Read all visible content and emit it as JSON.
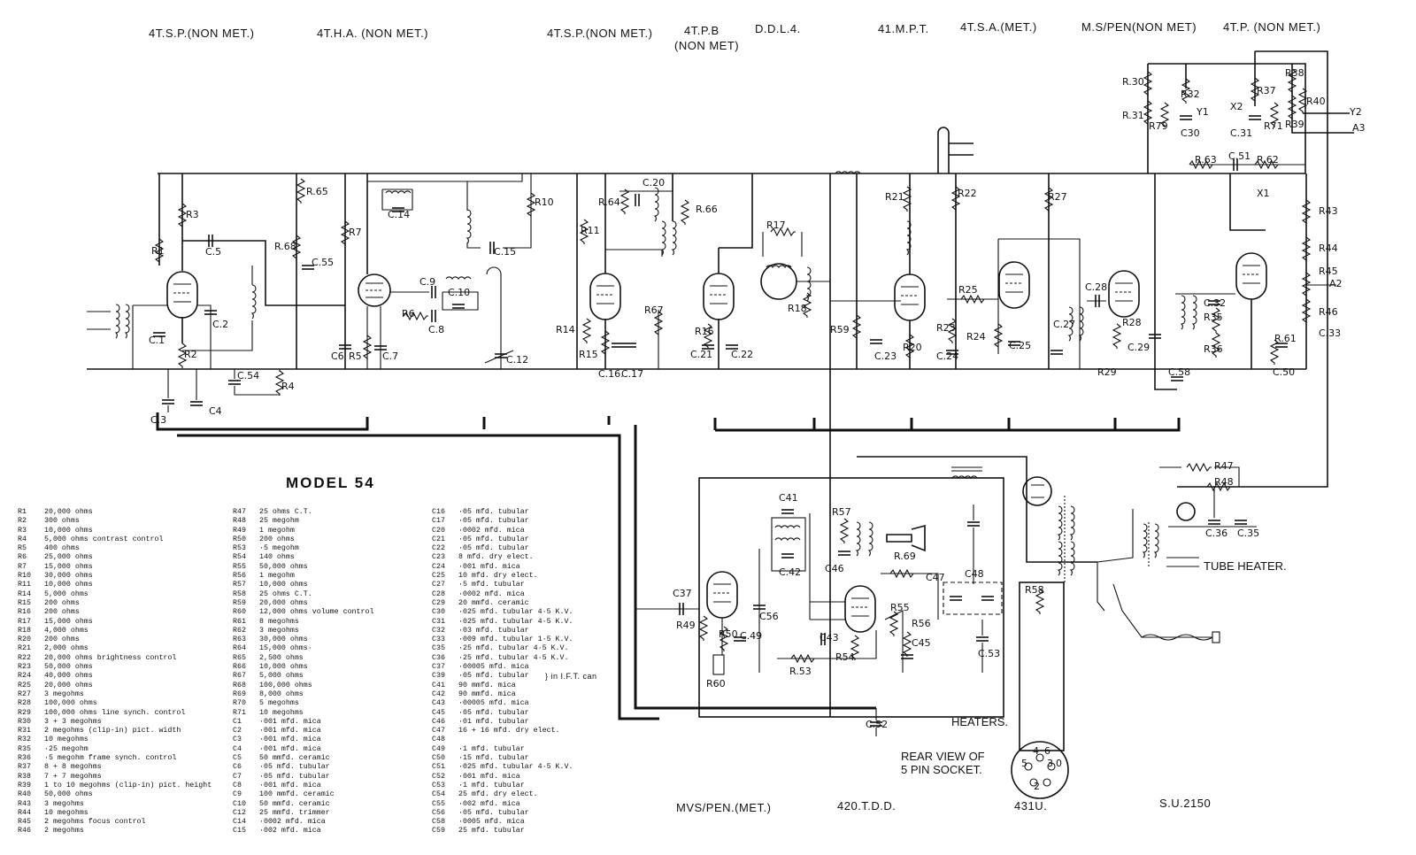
{
  "tube_labels_top": [
    {
      "text": "4T.S.P.(NON MET.)"
    },
    {
      "text": "4T.H.A. (NON MET.)"
    },
    {
      "text": "4T.S.P.(NON MET.)"
    },
    {
      "text": "4T.P.B"
    },
    {
      "text": "(NON MET)"
    },
    {
      "text": "D.D.L.4."
    },
    {
      "text": "41.M.P.T."
    },
    {
      "text": "4T.S.A.(MET.)"
    },
    {
      "text": "M.S/PEN(NON MET)"
    },
    {
      "text": "4T.P. (NON MET.)"
    }
  ],
  "tube_labels_bottom": [
    {
      "text": "MVS/PEN.(MET.)"
    },
    {
      "text": "420.T.D.D."
    },
    {
      "text": "431U."
    },
    {
      "text": "S.U.2150"
    }
  ],
  "model_title": "MODEL 54",
  "annotations": {
    "tube_heater": "TUBE HEATER.",
    "heaters": "HEATERS.",
    "rear_view_1": "REAR VIEW OF",
    "rear_view_2": "5 PIN SOCKET.",
    "in_ift_can": "} in I.F.T. can"
  },
  "component_labels": {
    "R1": "R1",
    "R2": "R2",
    "R3": "R3",
    "R4": "R4",
    "R5": "R5",
    "R6": "R6",
    "R7": "R7",
    "R10": "R10",
    "R11": "R11",
    "R14": "R14",
    "R15": "R15",
    "R16": "R16",
    "R17": "R17",
    "R18": "R18",
    "R20": "R20",
    "R21": "R21",
    "R22": "R22",
    "R23": "R23",
    "R24": "R24",
    "R25": "R25",
    "R27": "R27",
    "R28": "R28",
    "R29": "R29",
    "R30": "R.30",
    "R31": "R.31",
    "R32": "R32",
    "R35": "R35",
    "R36": "R36",
    "R37": "R37",
    "R38": "R38",
    "R39": "R39",
    "R40": "R40",
    "R43": "R43",
    "R44": "R44",
    "R45": "R45",
    "R46": "R46",
    "R47": "R47",
    "R48": "R48",
    "R49": "R49",
    "R50": "R50",
    "R53": "R.53",
    "R54": "R54",
    "R55": "R55",
    "R56": "R56",
    "R57": "R57",
    "R58": "R58",
    "R59": "R59",
    "R60": "R60",
    "R61": "R.61",
    "R62": "R.62",
    "R63": "R.63",
    "R64": "R.64",
    "R65": "R.65",
    "R66": "R.66",
    "R67": "R67",
    "R68": "R.68",
    "R69": "R.69",
    "R71": "R71",
    "R79": "R79",
    "C1": "C.1",
    "C2": "C.2",
    "C3": "C.3",
    "C4": "C4",
    "C5": "C.5",
    "C6": "C6",
    "C7": "C.7",
    "C8": "C.8",
    "C9": "C.9",
    "C10": "C.10",
    "C12": "C.12",
    "C14": "C.14",
    "C15": "C.15",
    "C16": "C.16.",
    "C17": "C.17",
    "C20": "C.20",
    "C21": "C.21",
    "C22": "C.22",
    "C23": "C.23",
    "C24": "C.24",
    "C25": "C.25",
    "C27": "C.27",
    "C28": "C.28",
    "C29": "C.29",
    "C30": "C30",
    "C31": "C.31",
    "C32": "C.32",
    "C33": "C.33",
    "C35": "C.35",
    "C36": "C.36",
    "C37": "C37",
    "C41": "C41",
    "C42": "C.42",
    "C43": "C43",
    "C45": "C45",
    "C46": "C46",
    "C47": "C47",
    "C48": "C48",
    "C49": "C.49",
    "C50": "C.50",
    "C51": "C.51",
    "C52": "C.52",
    "C53": "C.53",
    "C54": "C.54",
    "C55": "C.55",
    "C56": "C56",
    "C58": "C.58",
    "X1": "X1",
    "X2": "X2",
    "Y1": "Y1",
    "Y2": "Y2",
    "A2": "A2",
    "A3": "A3"
  },
  "socket_pins": {
    "p1": "4",
    "p2": "6",
    "p3": "5",
    "p4": "3",
    "p5": "0",
    "p6": "2"
  },
  "parts_list_col1": [
    [
      "R1",
      "20,000 ohms"
    ],
    [
      "R2",
      "300 ohms"
    ],
    [
      "R3",
      "10,000 ohms"
    ],
    [
      "R4",
      "5,000 ohms contrast control"
    ],
    [
      "R5",
      "400 ohms"
    ],
    [
      "R6",
      "25,000 ohms"
    ],
    [
      "R7",
      "15,000 ohms"
    ],
    [
      "R10",
      "30,000 ohms"
    ],
    [
      "R11",
      "10,000 ohms"
    ],
    [
      "R14",
      "5,000 ohms"
    ],
    [
      "R15",
      "200 ohms"
    ],
    [
      "R16",
      "200 ohms"
    ],
    [
      "R17",
      "15,000 ohms"
    ],
    [
      "R18",
      "4,000 ohms"
    ],
    [
      "R20",
      "200 ohms"
    ],
    [
      "R21",
      "2,000 ohms"
    ],
    [
      "R22",
      "20,000 ohms brightness control"
    ],
    [
      "R23",
      "50,000 ohms"
    ],
    [
      "R24",
      "40,000 ohms"
    ],
    [
      "R25",
      "20,000 ohms"
    ],
    [
      "R27",
      "3 megohms"
    ],
    [
      "R28",
      "100,000 ohms"
    ],
    [
      "R29",
      "100,000 ohms line synch. control"
    ],
    [
      "R30",
      "3 + 3 megohms"
    ],
    [
      "R31",
      "2 megohms (clip-in) pict. width"
    ],
    [
      "R32",
      "10 megohms"
    ],
    [
      "R35",
      "·25 megohm"
    ],
    [
      "R36",
      "·5 megohm frame synch. control"
    ],
    [
      "R37",
      "8 + 8 megohms"
    ],
    [
      "R38",
      "7 + 7 megohms"
    ],
    [
      "R39",
      "1 to 10 megohms (clip-in) pict. height"
    ],
    [
      "R40",
      "50,000 ohms"
    ],
    [
      "R43",
      "3 megohms"
    ],
    [
      "R44",
      "10 megohms"
    ],
    [
      "R45",
      "2 megohms focus control"
    ],
    [
      "R46",
      "2 megohms"
    ]
  ],
  "parts_list_col2": [
    [
      "R47",
      "25 ohms C.T."
    ],
    [
      "R48",
      "25 megohm"
    ],
    [
      "R49",
      "1 megohm"
    ],
    [
      "R50",
      "200 ohms"
    ],
    [
      "R53",
      "·5 megohm"
    ],
    [
      "R54",
      "140 ohms"
    ],
    [
      "R55",
      "50,000 ohms"
    ],
    [
      "R56",
      "1 megohm"
    ],
    [
      "R57",
      "10,000 ohms"
    ],
    [
      "R58",
      "25 ohms C.T."
    ],
    [
      "R59",
      "20,000 ohms"
    ],
    [
      "R60",
      "12,000 ohms volume control"
    ],
    [
      "R61",
      "8 megohms"
    ],
    [
      "R62",
      "3 megohms"
    ],
    [
      "R63",
      "30,000 ohms"
    ],
    [
      "R64",
      "15,000 ohms·"
    ],
    [
      "R65",
      "2,500 ohms"
    ],
    [
      "R66",
      "10,000 ohms"
    ],
    [
      "R67",
      "5,000 ohms"
    ],
    [
      "R68",
      "100,000 ohms"
    ],
    [
      "R69",
      "8,000 ohms"
    ],
    [
      "R70",
      "5 megohms"
    ],
    [
      "R71",
      "10 megohms"
    ],
    [
      "C1",
      "·001 mfd. mica"
    ],
    [
      "C2",
      "·001 mfd. mica"
    ],
    [
      "C3",
      "·001 mfd. mica"
    ],
    [
      "C4",
      "·001 mfd. mica"
    ],
    [
      "C5",
      "50 mmfd. ceramic"
    ],
    [
      "C6",
      "·05 mfd. tubular"
    ],
    [
      "C7",
      "·05 mfd. tubular"
    ],
    [
      "C8",
      "·001 mfd. mica"
    ],
    [
      "C9",
      "100 mmfd. ceramic"
    ],
    [
      "C10",
      "50 mmfd. ceramic"
    ],
    [
      "C12",
      "25 mmfd. trimmer"
    ],
    [
      "C14",
      "·0002 mfd. mica"
    ],
    [
      "C15",
      "·002 mfd. mica"
    ]
  ],
  "parts_list_col3": [
    [
      "C16",
      "·05 mfd. tubular"
    ],
    [
      "C17",
      "·05 mfd. tubular"
    ],
    [
      "C20",
      "·0002 mfd. mica"
    ],
    [
      "C21",
      "·05 mfd. tubular"
    ],
    [
      "C22",
      "·05 mfd. tubular"
    ],
    [
      "C23",
      "8 mfd. dry elect."
    ],
    [
      "C24",
      "·001 mfd. mica"
    ],
    [
      "C25",
      "10 mfd. dry elect."
    ],
    [
      "C27",
      "·5 mfd. tubular"
    ],
    [
      "C28",
      "·0002 mfd. mica"
    ],
    [
      "C29",
      "20 mmfd. ceramic"
    ],
    [
      "C30",
      "·025 mfd. tubular 4·5 K.V."
    ],
    [
      "C31",
      "·025 mfd. tubular 4·5 K.V."
    ],
    [
      "C32",
      "·03 mfd. tubular"
    ],
    [
      "C33",
      "·009 mfd. tubular 1·5 K.V."
    ],
    [
      "C35",
      "·25 mfd. tubular 4·5 K.V."
    ],
    [
      "C36",
      "·25 mfd. tubular 4·5 K.V."
    ],
    [
      "C37",
      "·00005 mfd. mica"
    ],
    [
      "C39",
      "·05 mfd. tubular"
    ],
    [
      "C41",
      "90 mmfd. mica"
    ],
    [
      "C42",
      "90 mmfd. mica"
    ],
    [
      "C43",
      "·00005 mfd. mica"
    ],
    [
      "C45",
      "·05 mfd. tubular"
    ],
    [
      "C46",
      "·01 mfd. tubular"
    ],
    [
      "C47",
      "16 + 16 mfd. dry elect."
    ],
    [
      "C48",
      ""
    ],
    [
      "C49",
      "·1 mfd. tubular"
    ],
    [
      "C50",
      "·15 mfd. tubular"
    ],
    [
      "C51",
      "·025 mfd. tubular 4·5 K.V."
    ],
    [
      "C52",
      "·001 mfd. mica"
    ],
    [
      "C53",
      "·1 mfd. tubular"
    ],
    [
      "C54",
      "25 mfd. dry elect."
    ],
    [
      "C55",
      "·002 mfd. mica"
    ],
    [
      "C56",
      "·05 mfd. tubular"
    ],
    [
      "C58",
      "·0005 mfd. mica"
    ],
    [
      "C59",
      "25 mfd. tubular"
    ]
  ]
}
